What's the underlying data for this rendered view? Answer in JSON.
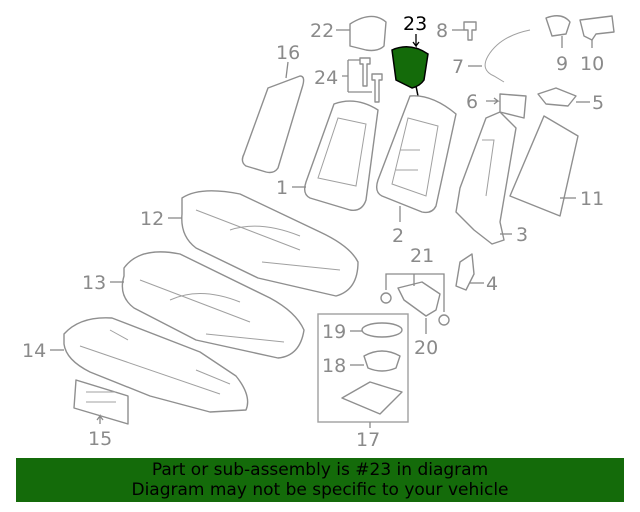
{
  "diagram": {
    "highlight_color": "#146b0a",
    "highlighted_part": "23",
    "callouts": {
      "c1": "1",
      "c2": "2",
      "c3": "3",
      "c4": "4",
      "c5": "5",
      "c6": "6",
      "c7": "7",
      "c8": "8",
      "c9": "9",
      "c10": "10",
      "c11": "11",
      "c12": "12",
      "c13": "13",
      "c14": "14",
      "c15": "15",
      "c16": "16",
      "c17": "17",
      "c18": "18",
      "c19": "19",
      "c20": "20",
      "c21": "21",
      "c22": "22",
      "c23": "23",
      "c24": "24"
    }
  },
  "banner": {
    "line1": "Part or sub-assembly is #23 in diagram",
    "line2": "Diagram may not be specific to your vehicle",
    "background": "#146b0a"
  }
}
